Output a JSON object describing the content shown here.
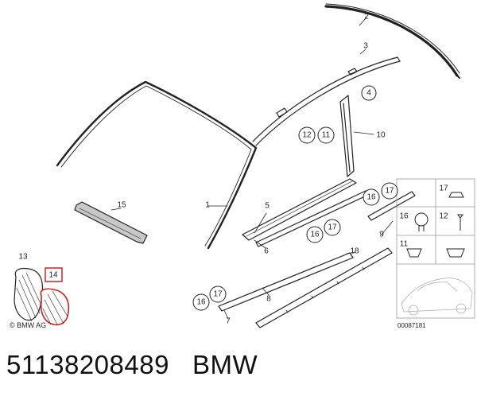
{
  "diagram": {
    "callouts": {
      "c1": "1",
      "c2": "2",
      "c3": "3",
      "c4": "4",
      "c5": "5",
      "c6": "6",
      "c7": "7",
      "c8": "8",
      "c9": "9",
      "c10": "10",
      "c11a": "11",
      "c11b": "11",
      "c12a": "12",
      "c12b": "12",
      "c13": "13",
      "c14": "14",
      "c15": "15",
      "c16a": "16",
      "c16b": "16",
      "c16c": "16",
      "c16d": "16",
      "c17a": "17",
      "c17b": "17",
      "c17c": "17",
      "c17d": "17",
      "c18": "18"
    },
    "copyright": "© BMW AG",
    "drawing_number": "00087181"
  },
  "caption": {
    "part_number": "51138208489",
    "brand": "BMW"
  },
  "colors": {
    "line": "#222222",
    "highlight": "#cc2222",
    "panel_border": "#999999"
  }
}
